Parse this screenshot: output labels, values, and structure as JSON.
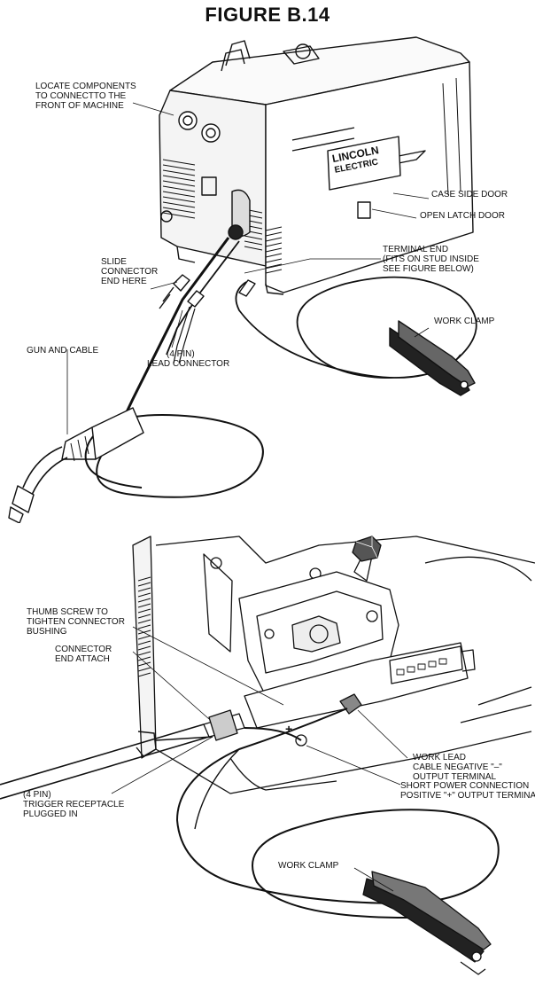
{
  "figure_title": "FIGURE B.14",
  "brand_logo": {
    "line1": "LINCOLN",
    "line2": "ELECTRIC"
  },
  "top_labels": {
    "locate": [
      "LOCATE COMPONENTS",
      "TO CONNECTTO THE",
      "FRONT OF MACHINE"
    ],
    "case_side_door": [
      "CASE SIDE DOOR"
    ],
    "open_latch_door": [
      "OPEN LATCH DOOR"
    ],
    "terminal_end": [
      "TERMINAL END",
      "(FITS ON STUD INSIDE",
      "SEE FIGURE BELOW)"
    ],
    "slide_connector": [
      "SLIDE",
      "CONNECTOR",
      "END HERE"
    ],
    "work_clamp": [
      "WORK CLAMP"
    ],
    "gun_and_cable": [
      "GUN AND CABLE"
    ],
    "lead_connector": [
      "(4 PIN)",
      "LEAD CONNECTOR"
    ]
  },
  "bottom_labels": {
    "thumb_screw": [
      "THUMB SCREW TO",
      "TIGHTEN CONNECTOR",
      "BUSHING"
    ],
    "connector_end": [
      "CONNECTOR",
      "END ATTACH"
    ],
    "work_lead": [
      "WORK LEAD",
      "CABLE NEGATIVE \"–\"",
      "OUTPUT TERMINAL"
    ],
    "short_power": [
      "SHORT POWER CONNECTION",
      "POSITIVE \"+\" OUTPUT TERMINAL"
    ],
    "trigger_receptacle": [
      "(4 PIN)",
      "TRIGGER RECEPTACLE",
      "PLUGGED IN"
    ],
    "work_clamp": [
      "WORK CLAMP"
    ]
  },
  "polarity_mark": "+"
}
